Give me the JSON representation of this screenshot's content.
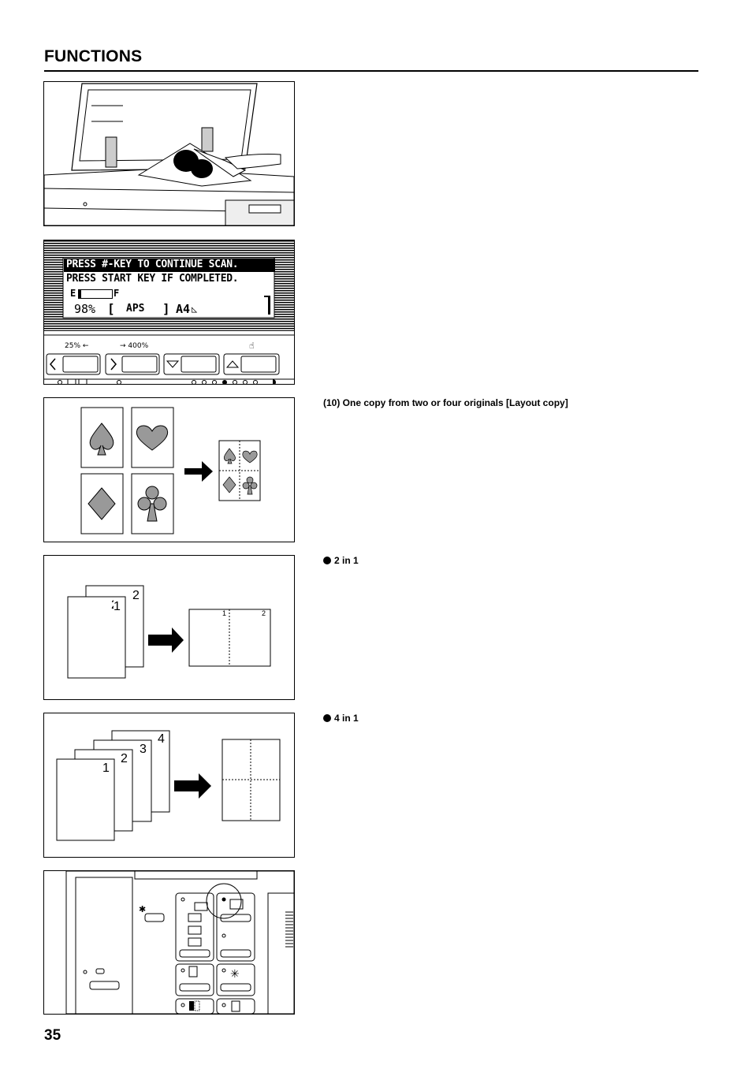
{
  "header": {
    "title": "FUNCTIONS"
  },
  "lcd": {
    "line1": "PRESS #-KEY TO CONTINUE SCAN.",
    "line2": "PRESS START KEY IF COMPLETED.",
    "gauge_e": "E",
    "gauge_f": "F",
    "zoom": "98%",
    "paper_mode": "APS",
    "paper_size": "A4",
    "key_left_label": "25%",
    "key_right_label": "400%"
  },
  "section": {
    "heading": "(10) One copy from two or four originals [Layout copy]",
    "bullet_2in1": "2 in 1",
    "bullet_4in1": "4 in 1"
  },
  "diagram_2in1": {
    "page1": "1",
    "page2": "2"
  },
  "diagram_4in1": {
    "page1": "1",
    "page2": "2",
    "page3": "3",
    "page4": "4"
  },
  "page_number": "35"
}
